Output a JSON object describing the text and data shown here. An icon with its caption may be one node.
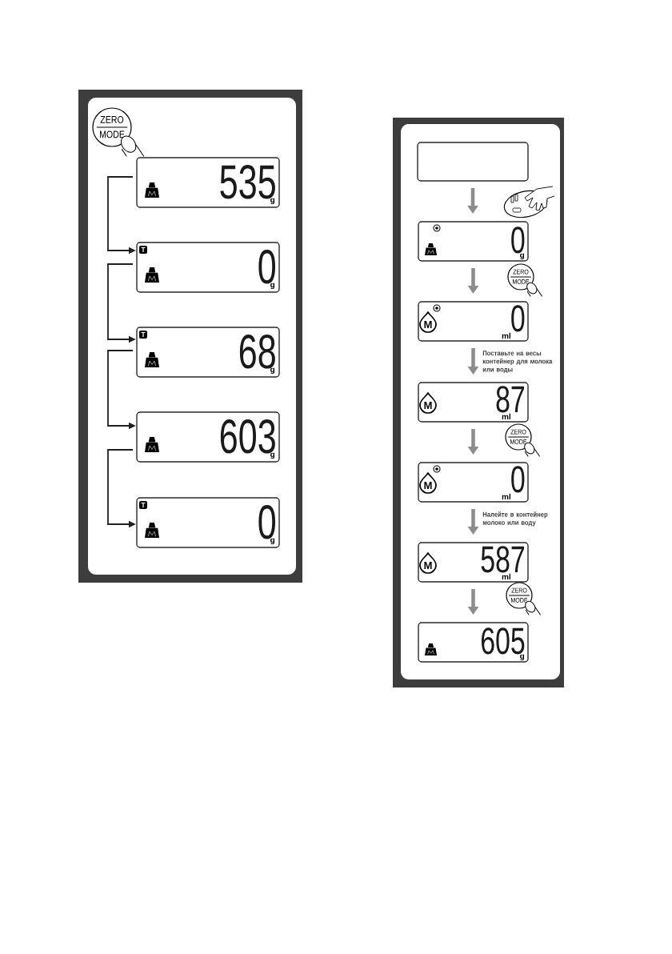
{
  "diagram": {
    "nodes": [
      {
        "text": [],
        "shape": "box"
      },
      {
        "text": [
          "ZERO",
          "MODE"
        ],
        "in": 0
      },
      {
        "text": [
          "535",
          "g"
        ],
        "in": 0
      },
      {
        "text": [
          "T",
          "0",
          "g"
        ],
        "in": 0
      },
      {
        "text": [
          "T",
          "68",
          "g"
        ],
        "in": 0
      },
      {
        "text": [
          "603",
          "g"
        ],
        "in": 0
      },
      {
        "text": [
          "T",
          "0",
          "g"
        ],
        "in": 0
      },
      {
        "text": [],
        "shape": "box"
      },
      {
        "text": [],
        "shape": "box",
        "in": 7
      },
      {
        "text": [],
        "shape": "picture",
        "in": 7
      },
      {
        "text": [
          "0",
          "g"
        ],
        "in": 7
      },
      {
        "text": [
          "ZERO",
          "MODE"
        ],
        "in": 7
      },
      {
        "text": [
          "M",
          "0",
          "ml"
        ],
        "in": 7
      },
      {
        "text": [
          "M",
          "87",
          "ml"
        ],
        "in": 7
      },
      {
        "text": [
          "ZERO",
          "MODE"
        ],
        "in": 7
      },
      {
        "text": [
          "M",
          "0",
          "ml"
        ],
        "in": 7
      },
      {
        "text": [
          "M",
          "587",
          "ml"
        ],
        "in": 7
      },
      {
        "text": [
          "ZERO",
          "MODE"
        ],
        "in": 7
      },
      {
        "text": [
          "605",
          "g"
        ],
        "in": 7
      }
    ],
    "edges": [
      {
        "from": 2,
        "to": 3,
        "arrow": "to",
        "color": "#231f20"
      },
      {
        "from": 3,
        "to": 4,
        "arrow": "to",
        "color": "#231f20"
      },
      {
        "from": 4,
        "to": 5,
        "arrow": "to",
        "color": "#231f20"
      },
      {
        "from": 5,
        "to": 6,
        "arrow": "to",
        "color": "#231f20"
      },
      {
        "from": 8,
        "to": 10,
        "arrow": "to"
      },
      {
        "from": 10,
        "to": 12,
        "arrow": "to"
      },
      {
        "from": 12,
        "to": 13,
        "arrow": "to",
        "label": "Поставьте на весы контейнер для молока или воды"
      },
      {
        "from": 13,
        "to": 15,
        "arrow": "to"
      },
      {
        "from": 15,
        "to": 16,
        "arrow": "to",
        "label": "Налейте в контейнер молоко или воду"
      },
      {
        "from": 16,
        "to": 18,
        "arrow": "to"
      }
    ]
  }
}
